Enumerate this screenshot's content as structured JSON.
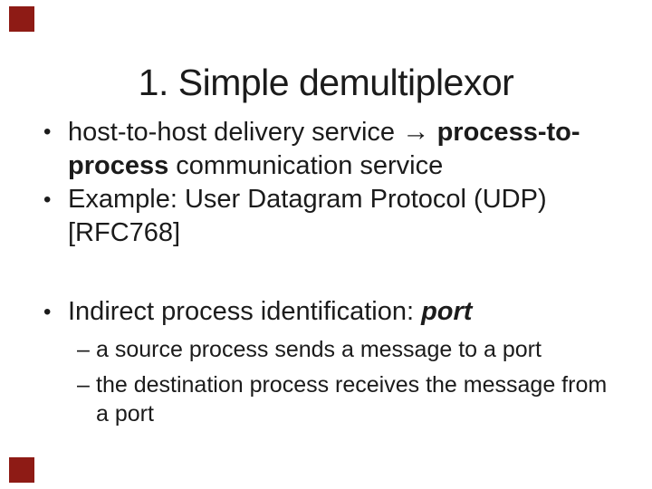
{
  "slide": {
    "title": "1. Simple demultiplexor",
    "accent_color": "#8e1b15",
    "text_color": "#1b1b1b",
    "bullet_marker": "•",
    "sub_marker": "–",
    "corner_decorations": [
      "top-left-square",
      "bottom-left-square"
    ],
    "bullets": [
      {
        "level": 1,
        "gap_before": false,
        "lines": [
          [
            {
              "t": "host-to-host delivery service "
            },
            {
              "t": "→",
              "arrow": true
            },
            {
              "t": " "
            },
            {
              "t": "process-to-",
              "b": true
            }
          ],
          [
            {
              "t": "process",
              "b": true
            },
            {
              "t": " communication service"
            }
          ]
        ]
      },
      {
        "level": 1,
        "gap_before": false,
        "lines": [
          [
            {
              "t": "Example: User Datagram Protocol (UDP)"
            }
          ],
          [
            {
              "t": "[RFC768]"
            }
          ]
        ]
      },
      {
        "level": 1,
        "gap_before": true,
        "lines": [
          [
            {
              "t": "Indirect process identification: "
            },
            {
              "t": "port",
              "b": true,
              "i": true
            }
          ]
        ]
      },
      {
        "level": 2,
        "gap_before": false,
        "lines": [
          [
            {
              "t": "a source process sends a message to a port"
            }
          ]
        ]
      },
      {
        "level": 2,
        "gap_before": false,
        "lines": [
          [
            {
              "t": "the destination process receives the message from"
            }
          ],
          [
            {
              "t": "a port"
            }
          ]
        ]
      }
    ]
  }
}
